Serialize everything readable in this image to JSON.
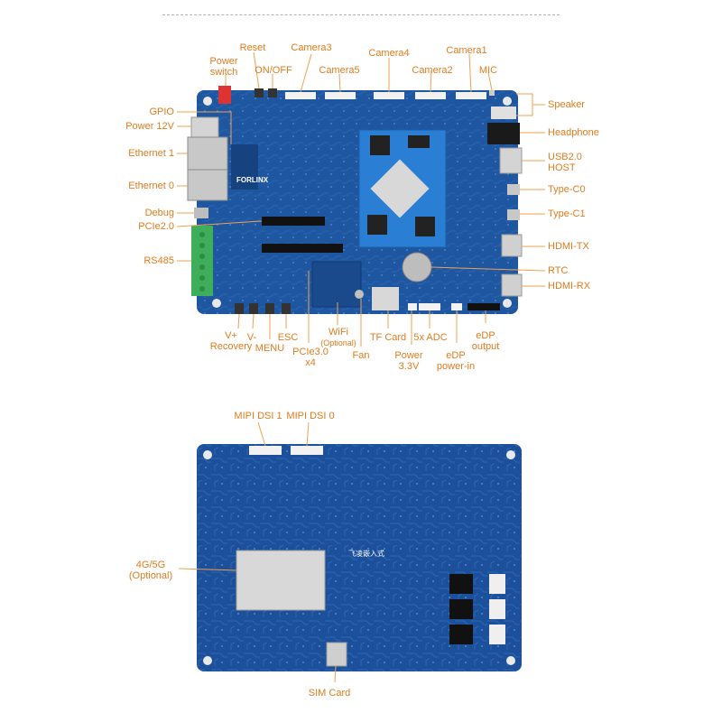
{
  "colors": {
    "label": "#e07b1c",
    "leader": "#f0a050",
    "pcb": "#1f56a0",
    "pcb_dark": "#16427f",
    "som": "#2a7fd4",
    "chip": "#d8d8d8",
    "connector_white": "#f2f2f2",
    "green_terminal": "#3fae5a"
  },
  "front_board": {
    "brand": "FORLINX",
    "labels": {
      "power_switch": "Power\nswitch",
      "reset": "Reset",
      "on_off": "ON/OFF",
      "camera3": "Camera3",
      "camera5": "Camera5",
      "camera4": "Camera4",
      "camera2": "Camera2",
      "camera1": "Camera1",
      "mic": "MIC",
      "gpio": "GPIO",
      "power_12v": "Power 12V",
      "ethernet1": "Ethernet 1",
      "ethernet0": "Ethernet 0",
      "debug": "Debug",
      "pcie20": "PCIe2.0",
      "rs485": "RS485",
      "speaker": "Speaker",
      "headphone": "Headphone",
      "usb20": "USB2.0",
      "usb20_sub": "HOST",
      "type_c0": "Type-C0",
      "type_c1": "Type-C1",
      "hdmi_tx": "HDMI-TX",
      "rtc": "RTC",
      "hdmi_rx": "HDMI-RX",
      "v_plus": "V+",
      "v_plus_sub": "Recovery",
      "v_minus": "V-",
      "menu": "MENU",
      "esc": "ESC",
      "pcie30": "PCIe3.0",
      "pcie30_sub": "x4",
      "wifi": "WiFi",
      "wifi_sub": "(Optional)",
      "fan": "Fan",
      "tf_card": "TF Card",
      "power_33": "Power",
      "power_33_sub": "3.3V",
      "adc": "5x ADC",
      "edp_in": "eDP",
      "edp_in_sub": "power-in",
      "edp_out": "eDP",
      "edp_out_sub": "output"
    }
  },
  "back_board": {
    "brand": "飞凌嵌入式",
    "labels": {
      "mipi_dsi1": "MIPI DSI 1",
      "mipi_dsi0": "MIPI DSI 0",
      "g45": "4G/5G",
      "g45_sub": "(Optional)",
      "sim_card": "SIM Card"
    }
  }
}
